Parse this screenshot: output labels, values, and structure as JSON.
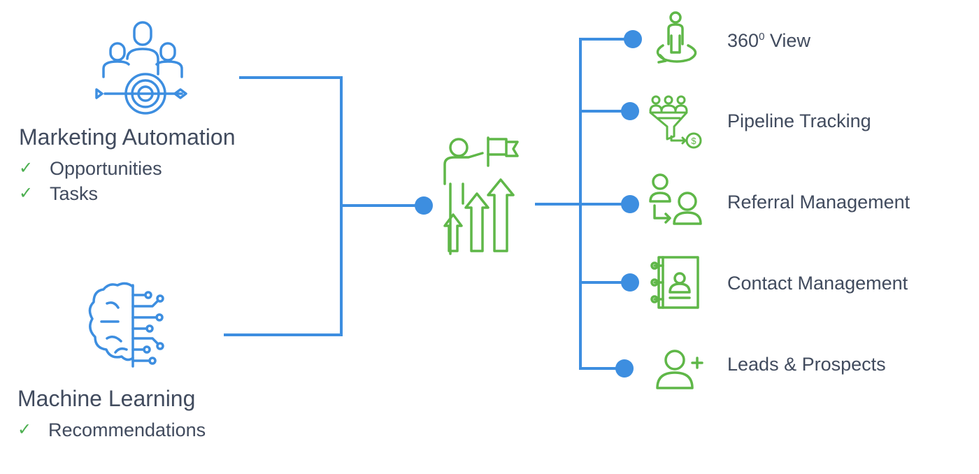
{
  "left": {
    "marketing": {
      "title": "Marketing Automation",
      "icon": "team-target-icon",
      "items": [
        "Opportunities",
        "Tasks"
      ]
    },
    "ml": {
      "title": "Machine Learning",
      "icon": "brain-circuit-icon",
      "items": [
        "Recommendations"
      ]
    }
  },
  "center": {
    "icon": "growth-leader-icon"
  },
  "right": {
    "items": [
      {
        "label": "360",
        "sup": "0",
        "label_suffix": " View",
        "icon": "person-rotate-icon"
      },
      {
        "label": "Pipeline Tracking",
        "icon": "sales-funnel-icon"
      },
      {
        "label": "Referral Management",
        "icon": "user-referral-icon"
      },
      {
        "label": "Contact Management",
        "icon": "contact-book-icon"
      },
      {
        "label": "Leads & Prospects",
        "icon": "add-user-icon"
      }
    ]
  },
  "colors": {
    "blue": "#3d8ee0",
    "green": "#5fb748",
    "text": "#414b5e",
    "check": "#4caf50"
  }
}
